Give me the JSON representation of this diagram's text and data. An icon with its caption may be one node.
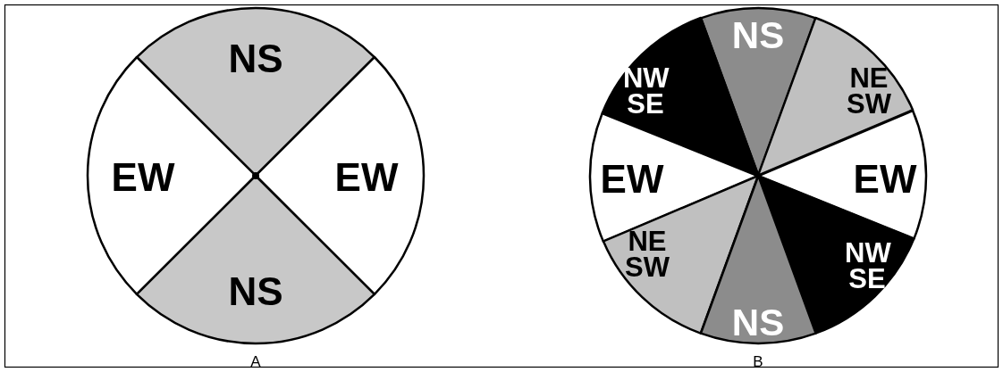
{
  "diagram": {
    "nodes": [
      {
        "text": [
          "NS"
        ]
      },
      {
        "text": [
          "EW"
        ]
      },
      {
        "text": [
          "EW"
        ]
      },
      {
        "text": [
          "NS"
        ]
      },
      {
        "text": [
          "NS"
        ]
      },
      {
        "text": [
          "NW SE"
        ]
      },
      {
        "text": [
          "NE SW"
        ]
      },
      {
        "text": [
          "EW"
        ]
      },
      {
        "text": [
          "EW"
        ]
      },
      {
        "text": [
          "NE SW"
        ]
      },
      {
        "text": [
          "NW SE"
        ]
      },
      {
        "text": [
          "NS"
        ]
      }
    ],
    "labels": [
      "A",
      "B"
    ]
  }
}
